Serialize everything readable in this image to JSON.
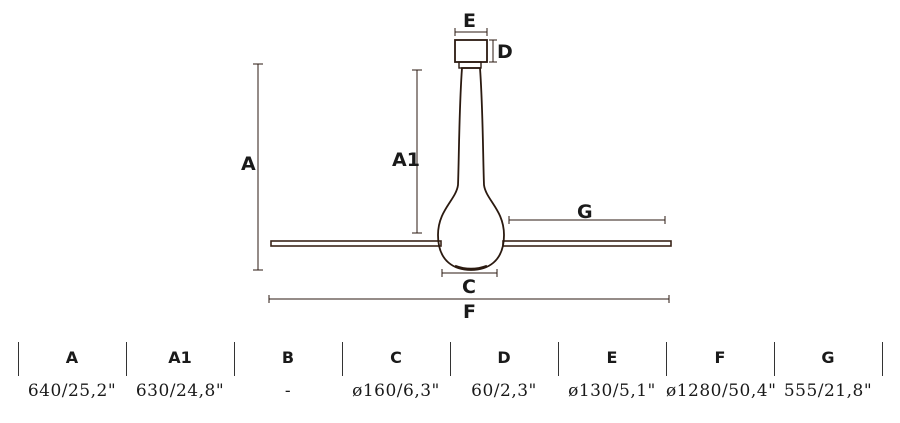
{
  "diagram": {
    "labels": {
      "a": "A",
      "a1": "A1",
      "c": "C",
      "d": "D",
      "e": "E",
      "f": "F",
      "g": "G"
    },
    "line_color": "#2b1a10",
    "blade_color": "#3a2418"
  },
  "spec_table": {
    "columns": [
      {
        "header": "A",
        "value": "640/25,2\""
      },
      {
        "header": "A1",
        "value": "630/24,8\""
      },
      {
        "header": "B",
        "value": "-"
      },
      {
        "header": "C",
        "value": "ø160/6,3\""
      },
      {
        "header": "D",
        "value": "60/2,3\""
      },
      {
        "header": "E",
        "value": "ø130/5,1\""
      },
      {
        "header": "F",
        "value": "ø1280/50,4\""
      },
      {
        "header": "G",
        "value": "555/21,8\""
      }
    ]
  }
}
